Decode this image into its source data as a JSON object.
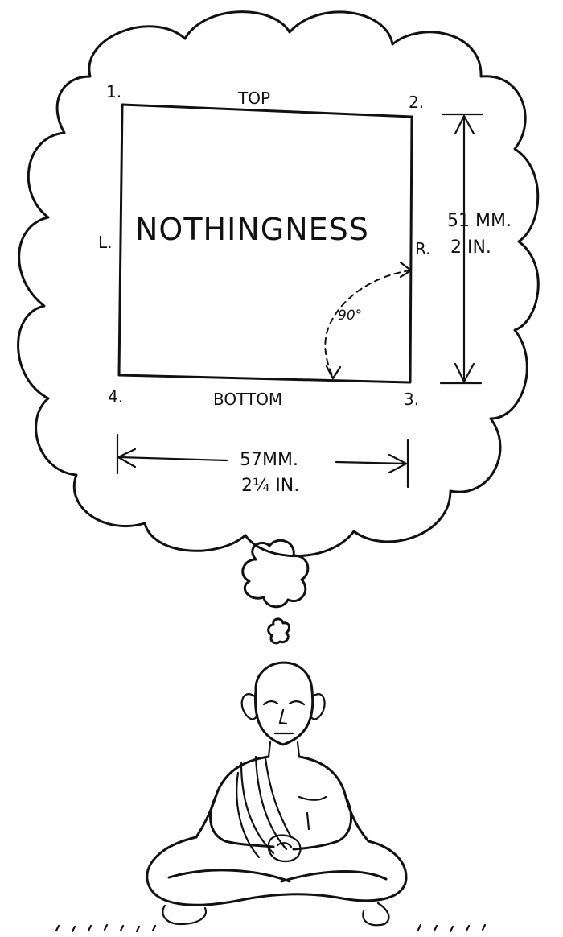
{
  "illustration": {
    "square": {
      "corners": [
        "1.",
        "2.",
        "3.",
        "4."
      ],
      "sides": {
        "top": "TOP",
        "bottom": "BOTTOM",
        "left": "L.",
        "right": "R."
      },
      "inside_text": "NOTHINGNESS",
      "angle": "90°"
    },
    "dimensions": {
      "height_mm": "51 MM.",
      "height_in": "2 IN.",
      "width_mm": "57MM.",
      "width_in": "2¼ IN."
    }
  }
}
